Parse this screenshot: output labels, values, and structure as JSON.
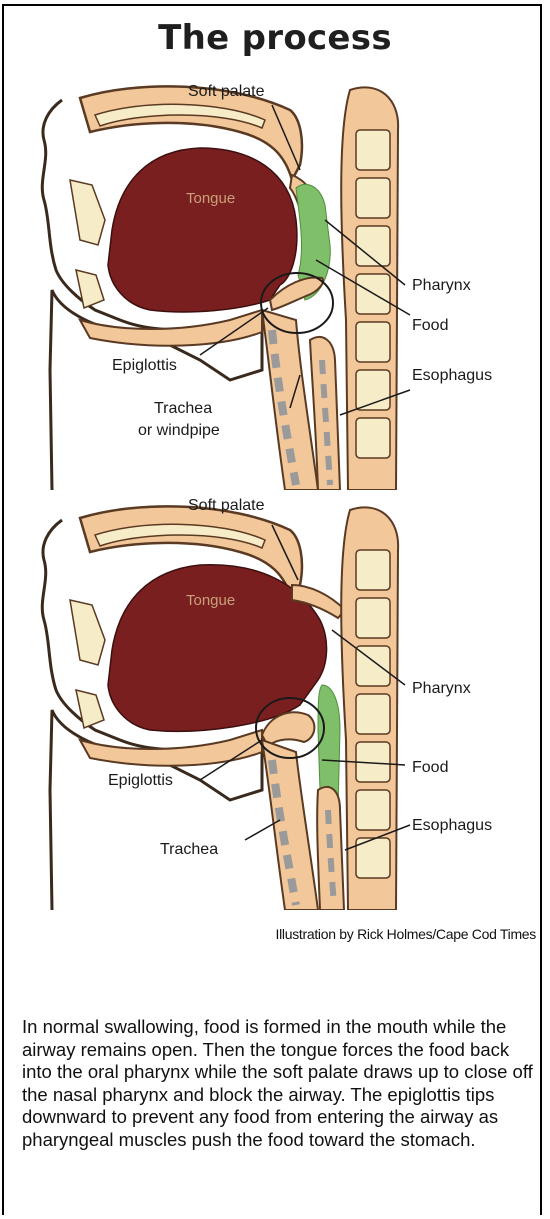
{
  "title": "The process",
  "panels": {
    "top": {
      "labels": {
        "soft_palate": "Soft palate",
        "tongue": "Tongue",
        "pharynx": "Pharynx",
        "food": "Food",
        "epiglottis": "Epiglottis",
        "esophagus": "Esophagus",
        "trachea_line1": "Trachea",
        "trachea_line2": "or windpipe"
      }
    },
    "bottom": {
      "labels": {
        "soft_palate": "Soft palate",
        "tongue": "Tongue",
        "pharynx": "Pharynx",
        "food": "Food",
        "epiglottis": "Epiglottis",
        "esophagus": "Esophagus",
        "trachea": "Trachea"
      }
    }
  },
  "credit": "Illustration by Rick Holmes/Cape Cod Times",
  "description": "In normal swallowing, food is formed in the mouth while the airway remains open. Then the tongue forces the food back into the oral pharynx while the soft palate draws up to close off the nasal pharynx and block the airway. The epiglottis tips downward to prevent any food from entering the airway as pharyngeal muscles push the food toward the stomach.",
  "colors": {
    "tissue": "#f2c79a",
    "tissue_outline": "#5a3a22",
    "tongue": "#7a1f1f",
    "food": "#7fbf6a",
    "bone": "#f6ecc8",
    "cartilage": "#9a9a9a"
  }
}
